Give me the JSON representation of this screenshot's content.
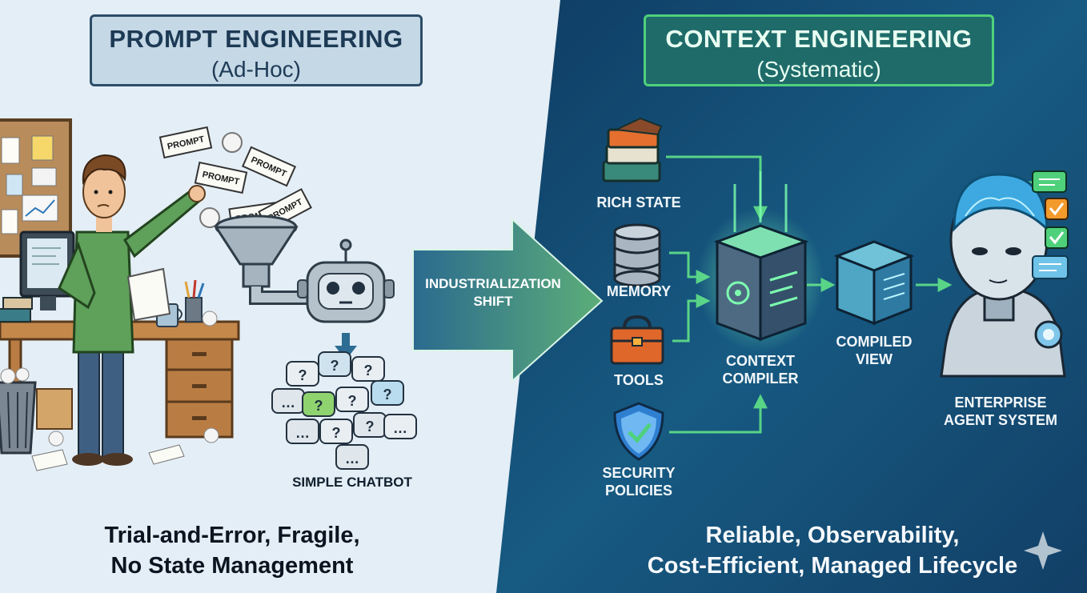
{
  "left_panel": {
    "title": "PROMPT ENGINEERING",
    "subtitle": "(Ad-Hoc)",
    "prompt_notes": [
      "PROMPT",
      "PROMPT",
      "PROMPT",
      "PROMPT",
      "PROMPT"
    ],
    "chatbot_label": "SIMPLE CHATBOT",
    "summary": "Trial-and-Error, Fragile,\nNo State Management"
  },
  "transition": {
    "label": "INDUSTRIALIZATION\nSHIFT"
  },
  "right_panel": {
    "title": "CONTEXT ENGINEERING",
    "subtitle": "(Systematic)",
    "inputs": [
      {
        "label": "RICH STATE",
        "icon": "books-icon"
      },
      {
        "label": "MEMORY",
        "icon": "database-icon"
      },
      {
        "label": "TOOLS",
        "icon": "toolbox-icon"
      },
      {
        "label": "SECURITY\nPOLICIES",
        "icon": "shield-icon"
      }
    ],
    "compiler_label": "CONTEXT\nCOMPILER",
    "compiled_view_label": "COMPILED\nVIEW",
    "agent_label": "ENTERPRISE\nAGENT SYSTEM",
    "summary": "Reliable, Observability,\nCost-Efficient, Managed Lifecycle"
  },
  "colors": {
    "left_bg": "#e3eef6",
    "right_bg": "#164a73",
    "accent_green": "#4fd17c",
    "arrow_green": "#4aa27a"
  }
}
